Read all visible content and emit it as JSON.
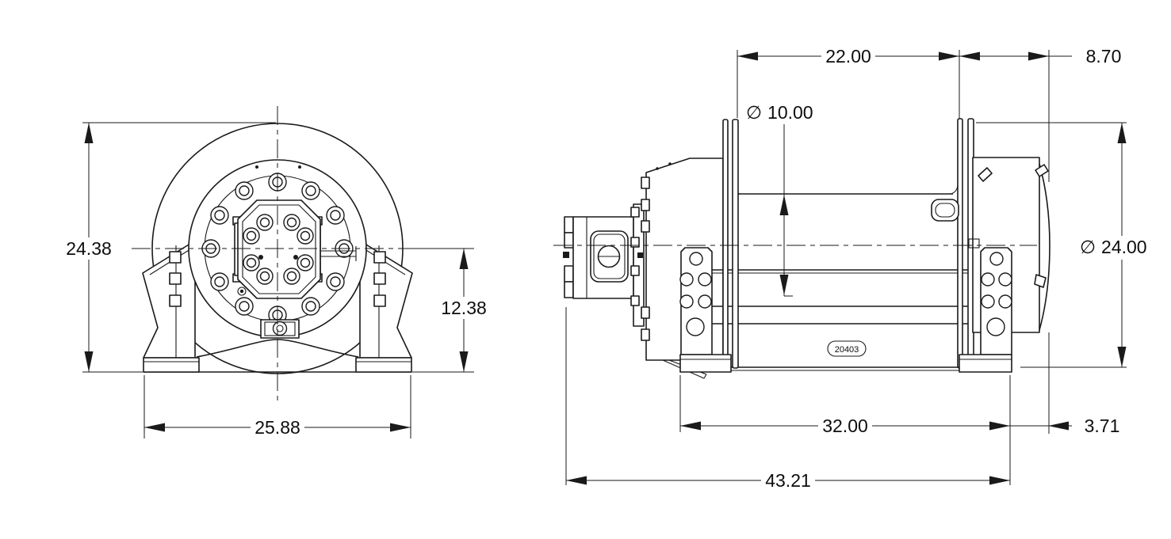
{
  "symbols": {
    "diameter": "∅"
  },
  "front_view": {
    "dims": {
      "overall_height": "24.38",
      "center_to_base": "12.38",
      "base_width": "25.88"
    }
  },
  "side_view": {
    "dims": {
      "flange_spacing": "22.00",
      "end_section": "8.70",
      "barrel_diameter": "10.00",
      "flange_diameter": "24.00",
      "base_length": "32.00",
      "end_overhang": "3.71",
      "overall_length": "43.21"
    },
    "part_tag": "20403"
  },
  "colors": {
    "line": "#1a1a1a",
    "background": "#ffffff"
  }
}
